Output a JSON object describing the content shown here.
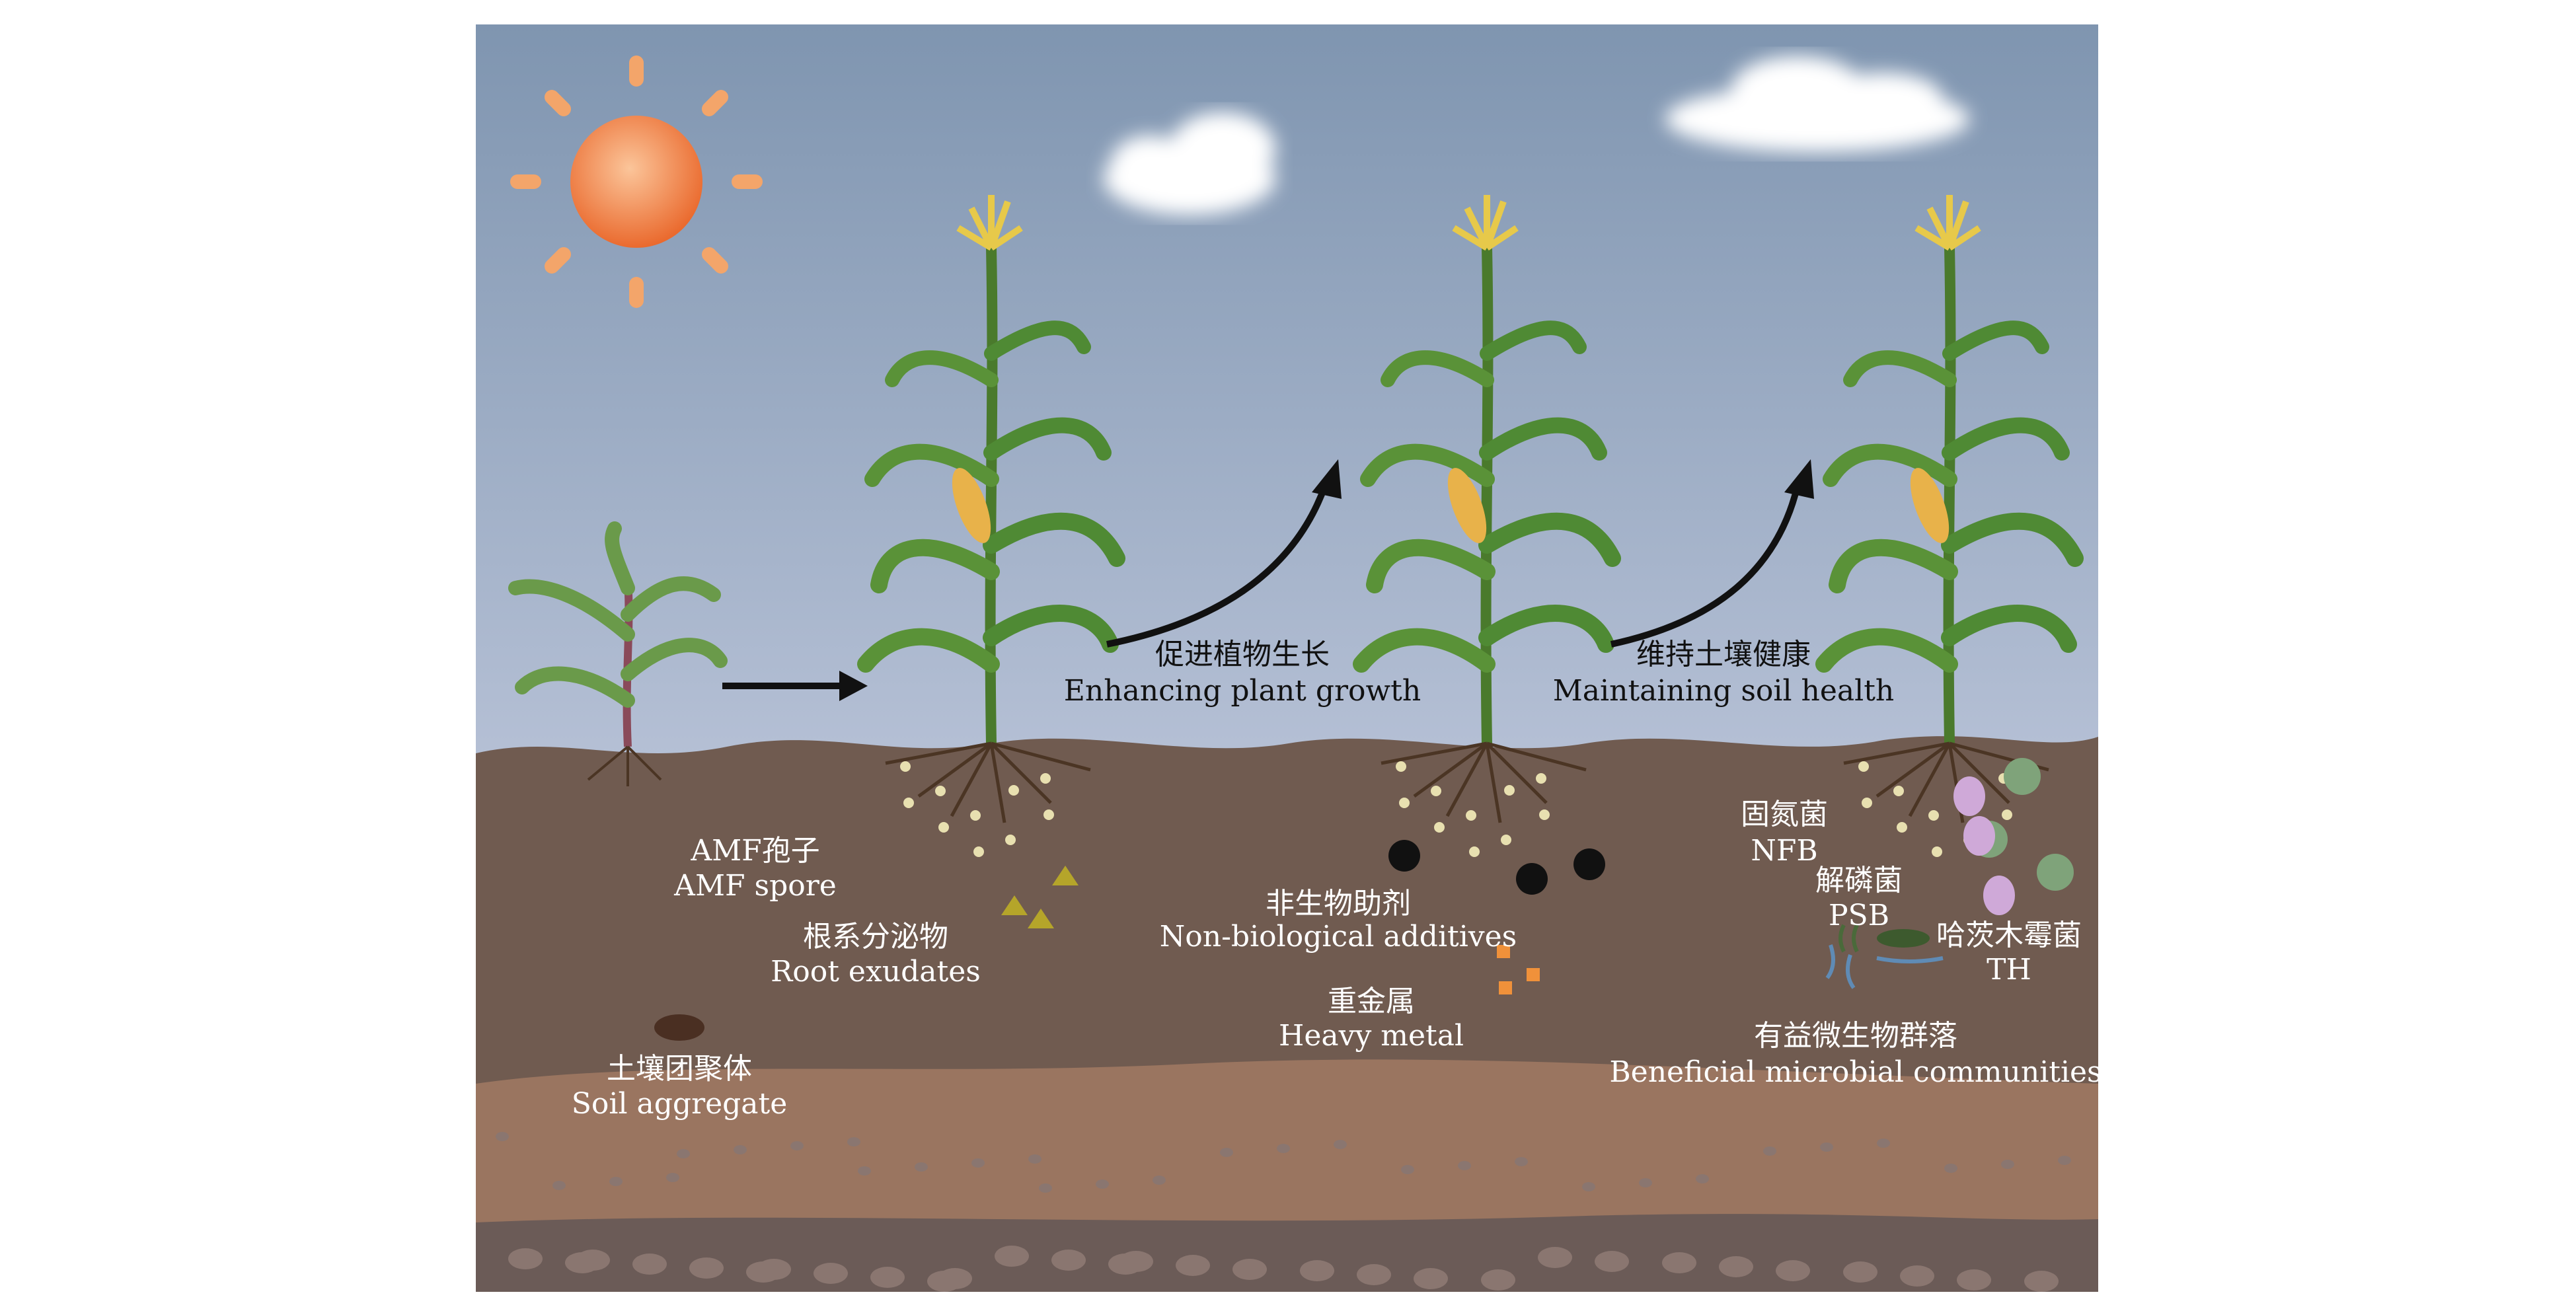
{
  "arrows": [
    {
      "cn": "促进植物生长",
      "en": "Enhancing plant growth"
    },
    {
      "cn": "维持土壤健康",
      "en": "Maintaining soil health"
    }
  ],
  "labels": {
    "amf_cn": "AMF孢子",
    "amf_en": "AMF spore",
    "root_cn": "根系分泌物",
    "root_en": "Root exudates",
    "agg_cn": "土壤团聚体",
    "agg_en": "Soil aggregate",
    "nonbio_cn": "非生物助剂",
    "nonbio_en": "Non-biological additives",
    "metal_cn": "重金属",
    "metal_en": "Heavy metal",
    "nfb_cn": "固氮菌",
    "nfb_en": "NFB",
    "psb_cn": "解磷菌",
    "psb_en": "PSB",
    "th_cn": "哈茨木霉菌",
    "th_en": "TH",
    "bmc_cn": "有益微生物群落",
    "bmc_en": "Beneficial microbial communities"
  },
  "colors": {
    "sky_top": "#8197b0",
    "sky_bottom": "#d8dcec",
    "soil_top": "#6e5a50",
    "soil_mid": "#9a7560",
    "soil_bottom": "#6a5a55",
    "leaf": "#4f8a34",
    "sun": "#f07a3a"
  }
}
